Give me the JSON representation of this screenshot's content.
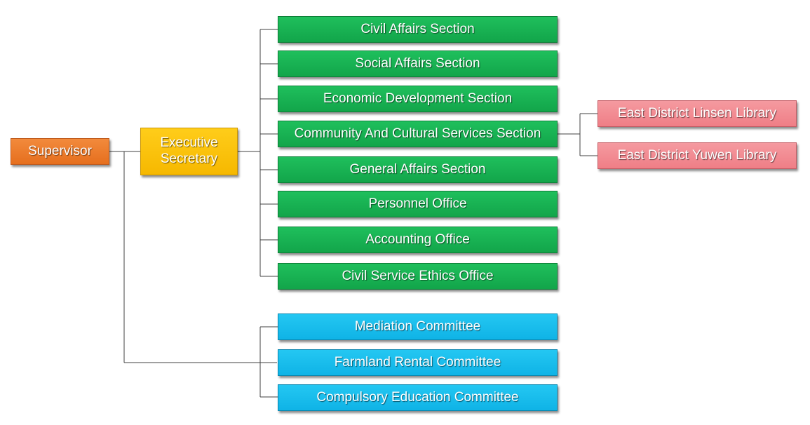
{
  "supervisor": {
    "label": "Supervisor"
  },
  "executive_secretary": {
    "label": "Executive Secretary"
  },
  "sections": [
    {
      "label": "Civil Affairs Section"
    },
    {
      "label": "Social Affairs Section"
    },
    {
      "label": "Economic Development Section"
    },
    {
      "label": "Community And Cultural Services Section"
    },
    {
      "label": "General Affairs Section"
    },
    {
      "label": "Personnel Office"
    },
    {
      "label": "Accounting Office"
    },
    {
      "label": "Civil Service Ethics Office"
    }
  ],
  "libraries": [
    {
      "label": "East District Linsen Library"
    },
    {
      "label": "East District Yuwen Library"
    }
  ],
  "committees": [
    {
      "label": "Mediation Committee"
    },
    {
      "label": "Farmland Rental Committee"
    },
    {
      "label": "Compulsory Education Committee"
    }
  ],
  "colors": {
    "supervisor": "#e66f1e",
    "executive_secretary": "#f6b800",
    "sections": "#12a54a",
    "committees": "#0fb3e6",
    "libraries": "#ef7e86",
    "connector": "#404040"
  }
}
